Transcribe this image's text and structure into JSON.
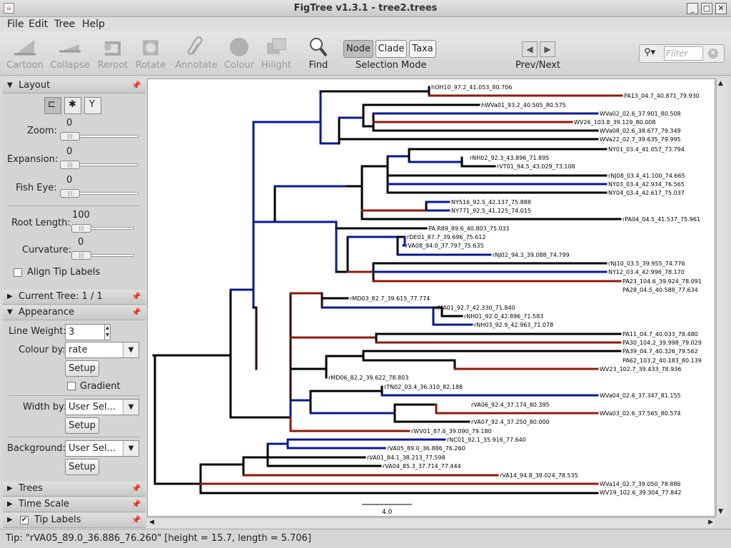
{
  "window": {
    "title": "FigTree v1.3.1 - tree2.trees"
  },
  "menu": [
    "File",
    "Edit",
    "Tree",
    "Help"
  ],
  "toolbar": {
    "tools": [
      {
        "label": "Cartoon",
        "icon": "cartoon-icon",
        "enabled": false
      },
      {
        "label": "Collapse",
        "icon": "collapse-icon",
        "enabled": false
      },
      {
        "label": "Reroot",
        "icon": "reroot-icon",
        "enabled": false
      },
      {
        "label": "Rotate",
        "icon": "rotate-icon",
        "enabled": false
      },
      {
        "label": "Annotate",
        "icon": "paperclip-icon",
        "enabled": false
      },
      {
        "label": "Colour",
        "icon": "colour-icon",
        "enabled": false
      },
      {
        "label": "Hilight",
        "icon": "hilight-icon",
        "enabled": false
      },
      {
        "label": "Find",
        "icon": "magnifier-icon",
        "enabled": true
      }
    ],
    "selection_modes": [
      "Node",
      "Clade",
      "Taxa"
    ],
    "selected_mode": "Node",
    "selection_mode_label": "Selection Mode",
    "prevnext_label": "Prev/Next",
    "filter_placeholder": "Filter"
  },
  "sidebar": {
    "layout": {
      "title": "Layout",
      "zoom_label": "Zoom:",
      "zoom_value": "0",
      "expansion_label": "Expansion:",
      "expansion_value": "0",
      "fisheye_label": "Fish Eye:",
      "fisheye_value": "0",
      "rootlength_label": "Root Length:",
      "rootlength_value": "100",
      "curvature_label": "Curvature:",
      "curvature_value": "0",
      "align_label": "Align Tip Labels"
    },
    "current_tree": "Current Tree: 1 / 1",
    "appearance": {
      "title": "Appearance",
      "lineweight_label": "Line Weight:",
      "lineweight_value": "3",
      "colourby_label": "Colour by:",
      "colourby_value": "rate",
      "setup": "Setup",
      "gradient_label": "Gradient",
      "widthby_label": "Width by:",
      "widthby_value": "User Sel...",
      "background_label": "Background:",
      "background_value": "User Sel..."
    },
    "trees": "Trees",
    "timescale": "Time Scale",
    "tiplabels": "Tip Labels"
  },
  "status": "Tip: \"rVA05_89.0_36.886_76.260\" [height = 15.7, length = 5.706]",
  "scale_label": "4.0",
  "colors": {
    "blue": "#0a1a8c",
    "red": "#8c1a0a",
    "black": "#000000",
    "dark": "#2a0a0a"
  },
  "tips": [
    "hOH10_97.2_41.053_80.706",
    "PA13_04.7_40.871_79.930",
    "hWVa01_93.2_40.505_80.575",
    "WVa02_02.6_37.901_80.508",
    "WV26_103.8_39.129_80.008",
    "WVa08_02.6_38.677_79.349",
    "WVa22_02.7_39.635_79.995",
    "NY01_03.4_41.057_73.794",
    "rNH02_92.3_43.896_71.895",
    "rVT01_94.5_43.029_73.108",
    "rNJ08_03.4_41.100_74.665",
    "NY03_03.4_42.934_76.565",
    "NY04_03.4_42.617_75.037",
    "NY516_92.5_42.137_75.888",
    "NY771_92.5_41.125_74.015",
    "rPA04_04.5_41.537_75.961",
    "PA.R89_89.6_40.803_75.031",
    "rDE01_87.7_39.696_75.612",
    "rVA08_94.0_37.797_75.635",
    "rNJ02_94.3_39.088_74.799",
    "rNJ10_03.5_39.955_74.776",
    "NY12_03.4_42.996_78.170",
    "PA23_104.6_39.924_78.091",
    "PA28_04.5_40.588_77.634",
    "rMD03_82.7_39.615_77.774",
    "rMA01_92.7_42.330_71.840",
    "rNH01_92.0_42.896_71.583",
    "rNH03_92.9_42.963_71.078",
    "PA11_04.7_40.033_78.480",
    "PA30_104.2_39.998_79.029",
    "PA39_04.7_40.326_79.562",
    "PA62_103.2_40.183_80.139",
    "WV23_102.7_39.433_78.936",
    "rMD06_82.2_39.622_78.803",
    "rTN02_03.4_36.310_82.188",
    "WVa04_02.6_37.347_81.155",
    "rVA06_92.4_37.174_80.395",
    "WVa03_02.6_37.565_80.574",
    "rVA07_92.4_37.250_80.000",
    "rWV01_87.6_39.090_79.180",
    "rNC01_92.1_35.916_77.640",
    "rVA05_89.0_36.886_76.260",
    "rVA01_84.1_38.213_77.598",
    "rVA04_85.3_37.714_77.444",
    "rVA14_94.8_38.024_78.535",
    "WVa14_02.7_39.050_78.886",
    "WV19_102.6_39.304_77.842"
  ]
}
